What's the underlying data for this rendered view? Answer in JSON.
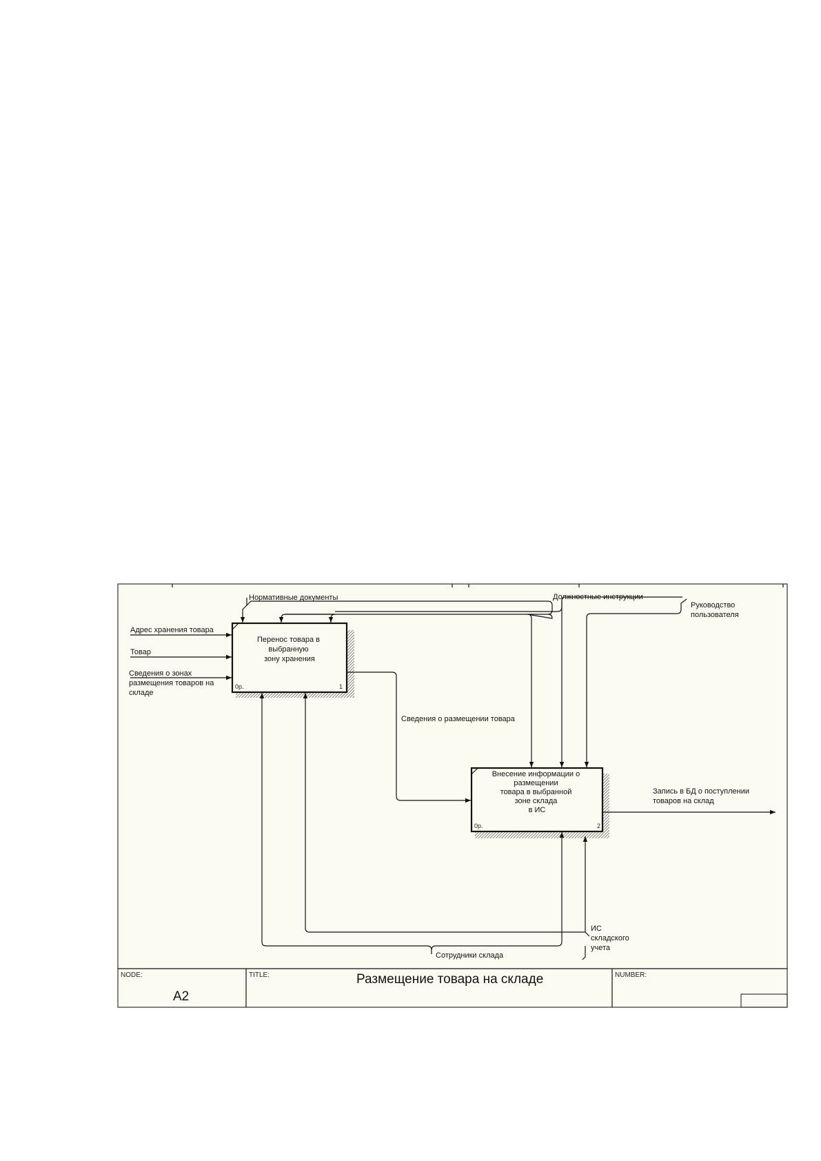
{
  "colors": {
    "sheet": "#fcfbf1",
    "line": "#111111",
    "shadow": "#777777"
  },
  "activities": [
    {
      "lines": [
        "Перенос товара в",
        "выбранную",
        "зону хранения"
      ],
      "cost": "0р.",
      "number": "1"
    },
    {
      "lines": [
        "Внесение информации о",
        "размещении",
        "товара в выбранной",
        "зоне склада",
        "в ИС"
      ],
      "cost": "0р.",
      "number": "2"
    }
  ],
  "arrows": {
    "normative_docs": "Нормативные документы",
    "job_instructions": "Должностные инструкции",
    "user_guide": [
      "Руководство",
      "пользователя"
    ],
    "storage_address": "Адрес хранения товара",
    "goods": "Товар",
    "zone_info": [
      "Сведения о зонах",
      "размещения товаров на",
      "складе"
    ],
    "placement_info": "Сведения о размещении товара",
    "db_record": [
      "Запись в БД о поступлении",
      "товаров на склад"
    ],
    "warehouse_staff": "Сотрудники склада",
    "warehouse_is": [
      "ИС",
      "складского",
      "учета"
    ]
  },
  "title_block": {
    "node_label": "NODE:",
    "node_value": "A2",
    "title_label": "TITLE:",
    "title_value": "Размещение товара  на складе",
    "number_label": "NUMBER:"
  }
}
